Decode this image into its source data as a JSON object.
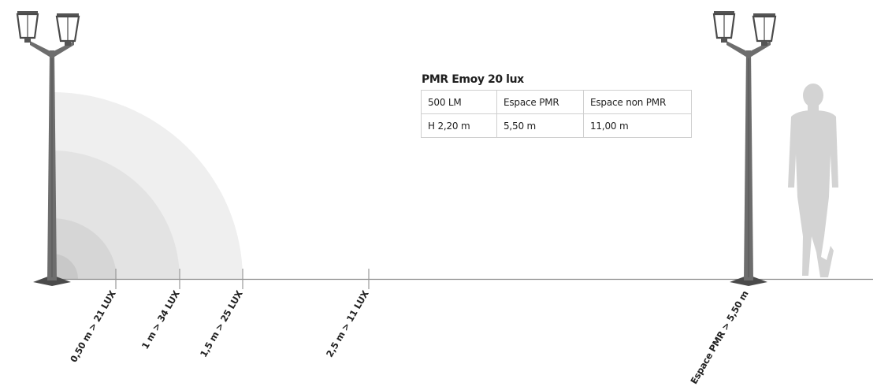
{
  "spec": {
    "title": "PMR Emoy 20 lux",
    "rows": [
      [
        "500 LM",
        "Espace PMR",
        "Espace non PMR"
      ],
      [
        "H 2,20 m",
        "5,50 m",
        "11,00 m"
      ]
    ]
  },
  "distance_markers": [
    {
      "label": "0,50 m > 21 LUX",
      "distance_m": 0.5,
      "lux": 21
    },
    {
      "label": "1 m > 34 LUX",
      "distance_m": 1,
      "lux": 34
    },
    {
      "label": "1,5 m > 25 LUX",
      "distance_m": 1.5,
      "lux": 25
    },
    {
      "label": "2,5 m > 11 LUX",
      "distance_m": 2.5,
      "lux": 11
    }
  ],
  "right_marker": {
    "label": "Espace PMR > 5,50 m"
  },
  "colors": {
    "pole": "#6d6d6d",
    "pole_dark": "#4a4a4a",
    "ground": "#8a8a8a",
    "zone_outer": "#efefef",
    "zone_2": "#e3e3e3",
    "zone_3": "#d6d6d6",
    "zone_inner": "#c8c8c8",
    "person": "#d3d3d3"
  }
}
